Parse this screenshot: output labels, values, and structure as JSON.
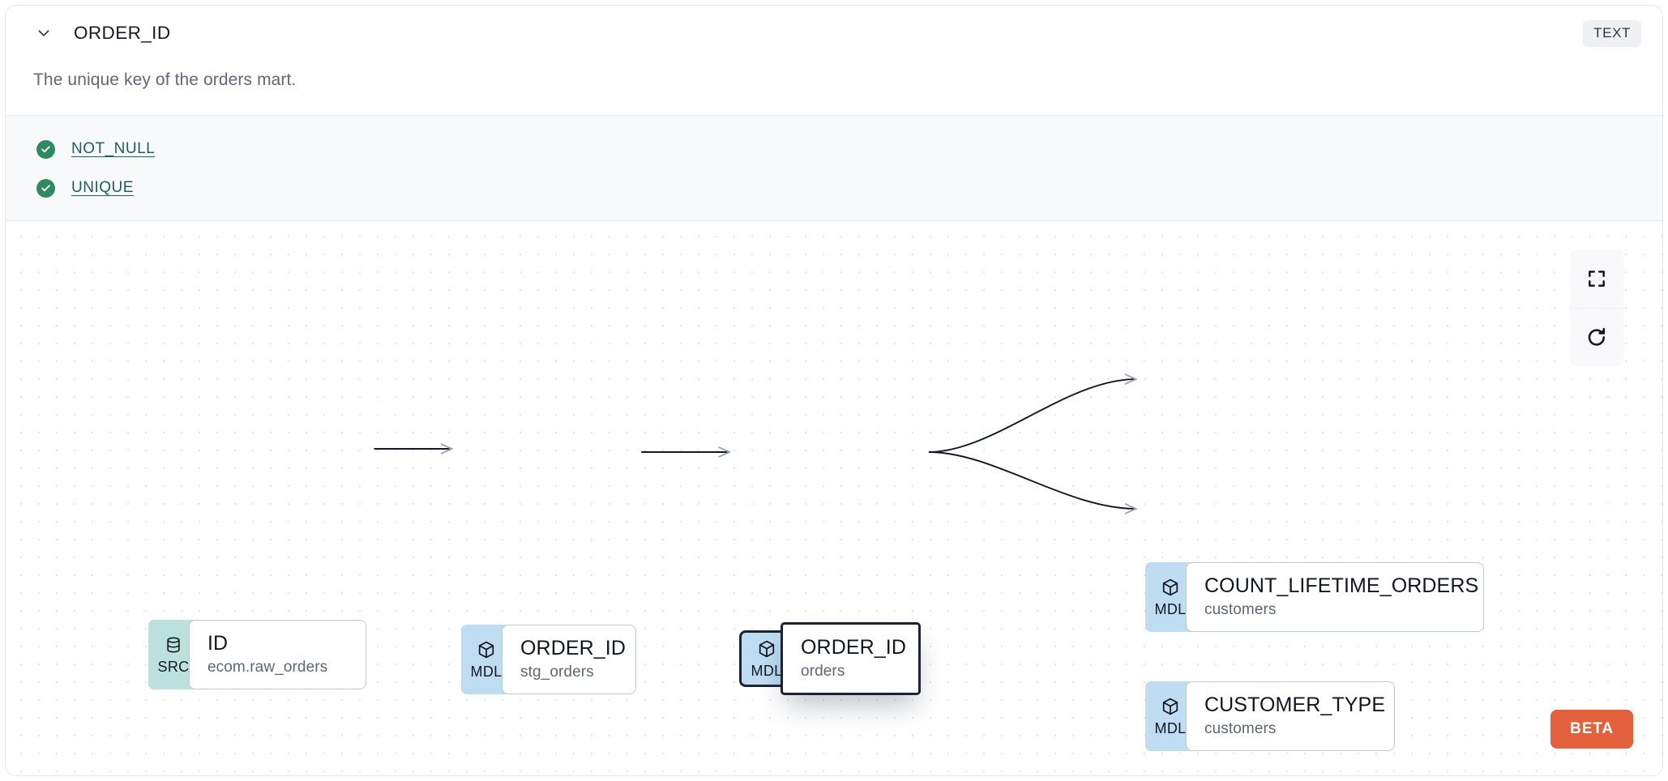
{
  "header": {
    "collapse_icon": "chevron-down-icon",
    "title": "ORDER_ID",
    "type_badge": "TEXT"
  },
  "description": "The unique key of the orders mart.",
  "tests": [
    {
      "status": "pass",
      "status_icon": "check-circle-icon",
      "label": "NOT_NULL"
    },
    {
      "status": "pass",
      "status_icon": "check-circle-icon",
      "label": "UNIQUE"
    }
  ],
  "lineage": {
    "nodes": [
      {
        "id": "src",
        "kind": "SRC",
        "kind_icon": "database-icon",
        "name": "ID",
        "parent": "ecom.raw_orders",
        "selected": false
      },
      {
        "id": "stg",
        "kind": "MDL",
        "kind_icon": "cube-icon",
        "name": "ORDER_ID",
        "parent": "stg_orders",
        "selected": false
      },
      {
        "id": "orders",
        "kind": "MDL",
        "kind_icon": "cube-icon",
        "name": "ORDER_ID",
        "parent": "orders",
        "selected": true
      },
      {
        "id": "count",
        "kind": "MDL",
        "kind_icon": "cube-icon",
        "name": "COUNT_LIFETIME_ORDERS",
        "parent": "customers",
        "selected": false
      },
      {
        "id": "custtype",
        "kind": "MDL",
        "kind_icon": "cube-icon",
        "name": "CUSTOMER_TYPE",
        "parent": "customers",
        "selected": false
      }
    ],
    "edges": [
      {
        "from": "src",
        "to": "stg"
      },
      {
        "from": "stg",
        "to": "orders"
      },
      {
        "from": "orders",
        "to": "count"
      },
      {
        "from": "orders",
        "to": "custtype"
      }
    ]
  },
  "controls": [
    {
      "name": "fit-view-button",
      "icon": "fullscreen-icon"
    },
    {
      "name": "reset-button",
      "icon": "refresh-icon"
    }
  ],
  "beta_badge": "BETA",
  "colors": {
    "src_badge": "#BCE0DC",
    "mdl_badge": "#BEDCF2",
    "test_pass": "#2F8A62",
    "test_link": "#1F5E5A",
    "beta": "#E2603C",
    "selected_border": "#1C2433"
  }
}
